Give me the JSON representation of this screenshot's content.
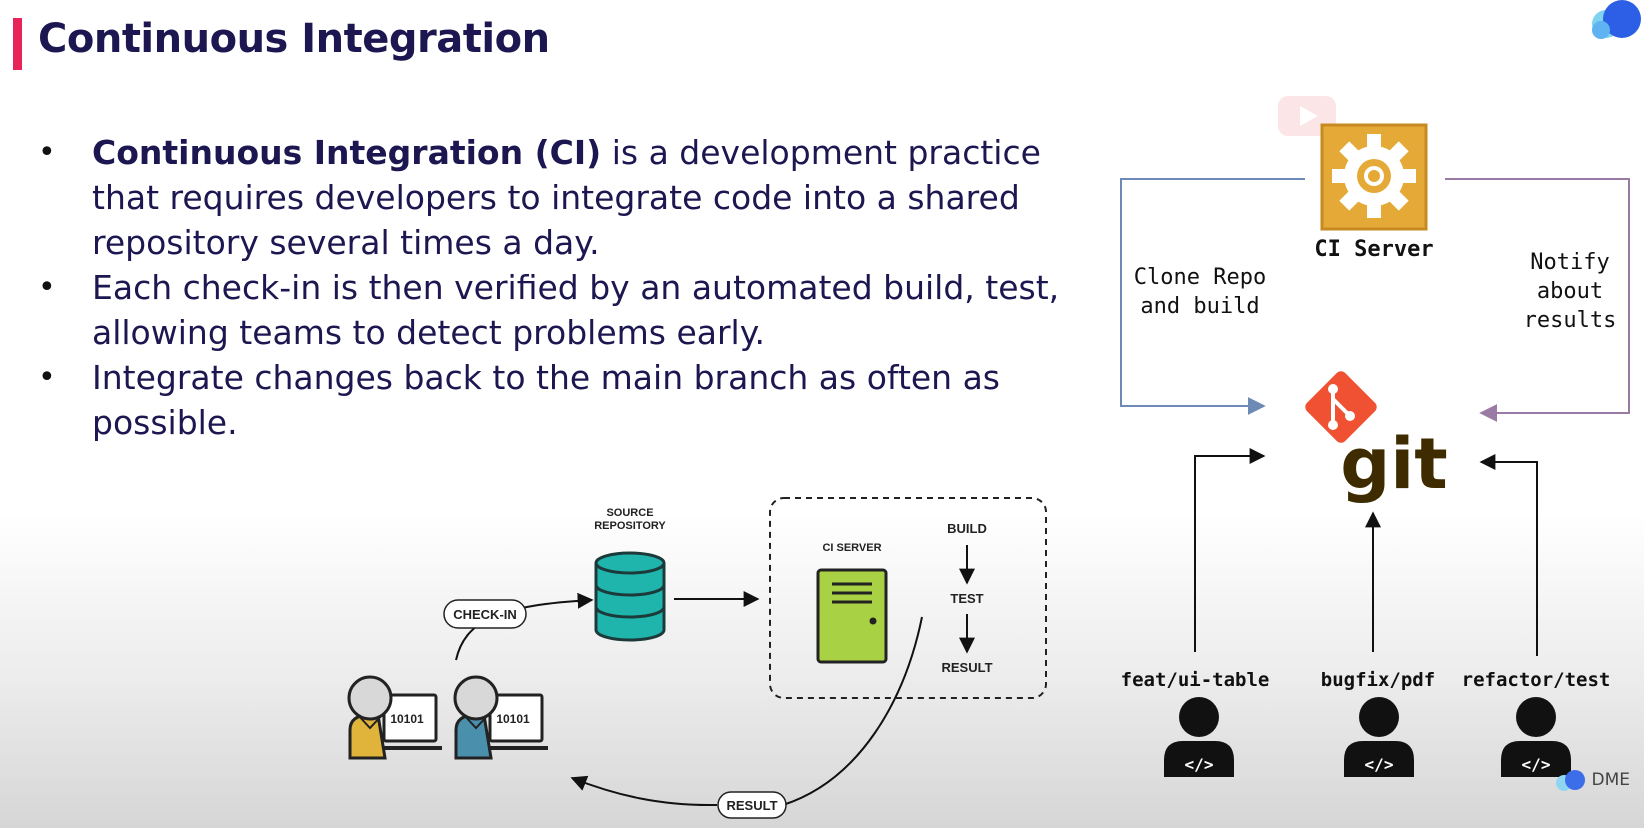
{
  "header": {
    "title": "Continuous Integration"
  },
  "bullets": [
    {
      "bold": "Continuous Integration (CI)",
      "text": " is a development practice that requires developers to integrate code into a shared repository several times a day."
    },
    {
      "bold": "",
      "text": "Each check-in is then verified by an automated build, test, allowing teams to detect problems early."
    },
    {
      "bold": "",
      "text": "Integrate changes back to the main branch as often as possible."
    }
  ],
  "left_diagram": {
    "source_repo_line1": "SOURCE",
    "source_repo_line2": "REPOSITORY",
    "check_in": "CHECK-IN",
    "ci_server": "CI SERVER",
    "build": "BUILD",
    "test": "TEST",
    "result": "RESULT",
    "result_loop": "RESULT",
    "dev_code": "10101"
  },
  "right_diagram": {
    "ci_server": "CI Server",
    "clone_line1": "Clone Repo",
    "clone_line2": "and build",
    "notify_line1": "Notify",
    "notify_line2": "about",
    "notify_line3": "results",
    "git": "git",
    "branches": [
      "feat/ui-table",
      "bugfix/pdf",
      "refactor/test"
    ],
    "dev_icon_text": "</>"
  },
  "brand": {
    "label": "DME"
  },
  "colors": {
    "title": "#1c1750",
    "accent": "#e8235a",
    "gear": "#e4a936",
    "db": "#1fb5ad",
    "server_green": "#a9d144",
    "git_orange": "#f05133",
    "git_text": "#3e2c00"
  }
}
